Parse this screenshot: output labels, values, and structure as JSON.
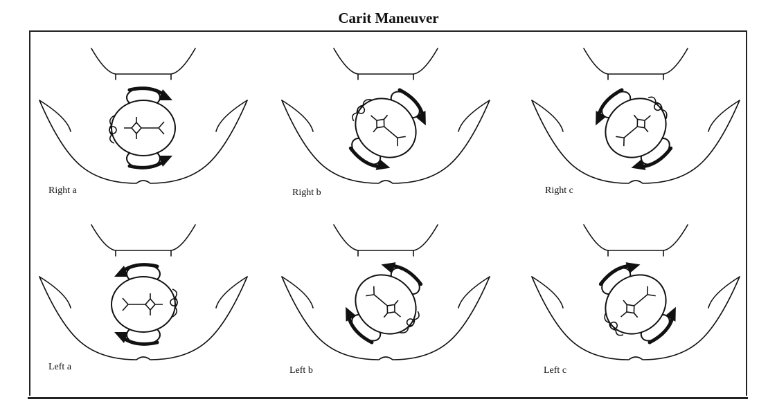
{
  "title": "Carit Maneuver",
  "panels": [
    {
      "caption": "Right a",
      "icon": "right-a-diagram"
    },
    {
      "caption": "Right b",
      "icon": "right-b-diagram"
    },
    {
      "caption": "Right c",
      "icon": "right-c-diagram"
    },
    {
      "caption": "Left a",
      "icon": "left-a-diagram"
    },
    {
      "caption": "Left b",
      "icon": "left-b-diagram"
    },
    {
      "caption": "Left c",
      "icon": "left-c-diagram"
    }
  ]
}
